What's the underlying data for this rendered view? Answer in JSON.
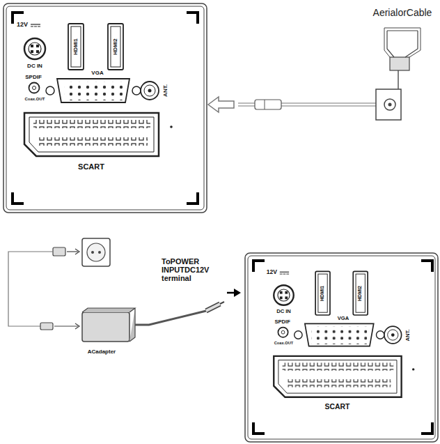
{
  "diagram": {
    "labels": [
      "AerialorCable",
      "12V",
      "DC IN",
      "HDMI1",
      "HDMI2",
      "VGA",
      "SPDIF",
      "Coax.OUT",
      "ANT.",
      "SCART",
      "ToPOWER INPUTDC12V terminal",
      "ACadapter",
      "12V",
      "DC IN",
      "HDMI1",
      "HDMI2",
      "VGA",
      "SPDIF",
      "Coax.OUT",
      "ANT.",
      "SCART"
    ]
  }
}
